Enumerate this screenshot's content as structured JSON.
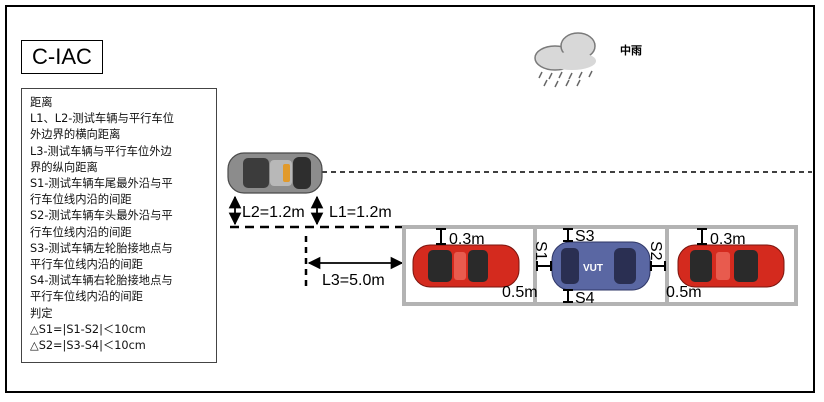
{
  "scenario_label": "C-IAC",
  "weather": {
    "icon": "rain-cloud-icon",
    "label": "中雨"
  },
  "legend": {
    "lines": [
      "距离",
      "L1、L2-测试车辆与平行车位",
      "外边界的横向距离",
      "L3-测试车辆与平行车位外边",
      "界的纵向距离",
      "S1-测试车辆车尾最外沿与平",
      "行车位线内沿的间距",
      "S2-测试车辆车头最外沿与平",
      "行车位线内沿的间距",
      "S3-测试车辆左轮胎接地点与",
      "平行车位线内沿的间距",
      "S4-测试车辆右轮胎接地点与",
      "平行车位线内沿的间距",
      "判定",
      "△S1=|S1-S2|＜10cm",
      "△S2=|S3-S4|＜10cm"
    ]
  },
  "measurements": {
    "l1": "L1=1.2m",
    "l2": "L2=1.2m",
    "l3": "L3=5.0m",
    "gap_top_left": "0.3m",
    "gap_top_right": "0.3m",
    "gap_bottom_left": "0.5m",
    "gap_bottom_right": "0.5m",
    "s1": "S1",
    "s2": "S2",
    "s3": "S3",
    "s4": "S4"
  },
  "vehicles": {
    "vut_label": "VUT"
  },
  "colors": {
    "test_vehicle_body": "#8c8c8c",
    "parked_car_body": "#d42a1e",
    "vut_body": "#5a67a3",
    "parking_border": "#b3b3b3"
  }
}
